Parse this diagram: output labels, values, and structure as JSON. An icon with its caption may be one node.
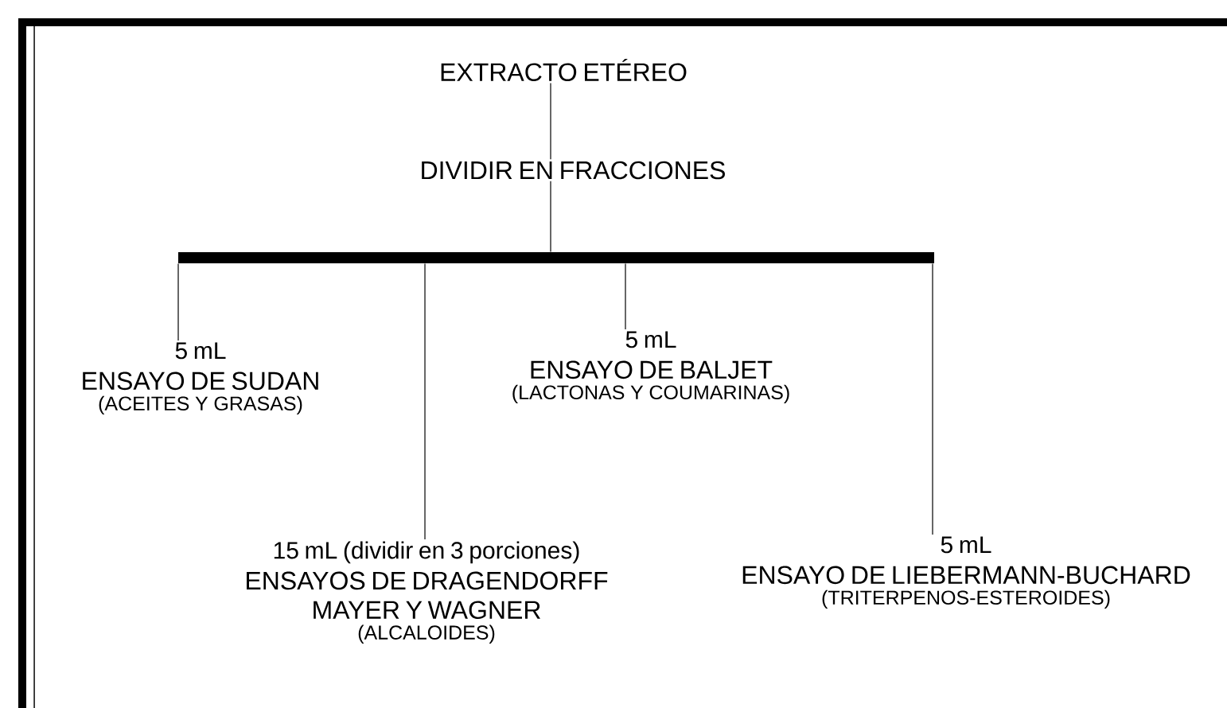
{
  "diagram": {
    "nodes": [
      {
        "text": [
          "EXTRACTO ETÉREO"
        ]
      },
      {
        "text": [
          "DIVIDIR EN FRACCIONES"
        ]
      },
      {
        "text": [],
        "shape": "bar"
      },
      {
        "text": [
          "5 mL",
          "ENSAYO DE SUDAN",
          "(ACEITES Y GRASAS)"
        ]
      },
      {
        "text": [
          "5 mL",
          "ENSAYO DE BALJET",
          "(LACTONAS Y COUMARINAS)"
        ]
      },
      {
        "text": [
          "15 mL (dividir en 3 porciones)",
          "ENSAYOS DE DRAGENDORFF MAYER Y WAGNER",
          "(ALCALOIDES)"
        ]
      },
      {
        "text": [
          "5 mL",
          "ENSAYO DE LIEBERMANN-BUCHARD",
          "(TRITERPENOS-ESTEROIDES)"
        ]
      }
    ],
    "edges": [
      {
        "from": 0,
        "to": 1,
        "arrow": "none"
      },
      {
        "from": 1,
        "to": 2,
        "arrow": "none"
      },
      {
        "from": 2,
        "to": 3,
        "arrow": "none"
      },
      {
        "from": 2,
        "to": 4,
        "arrow": "none"
      },
      {
        "from": 2,
        "to": 5,
        "arrow": "none"
      },
      {
        "from": 2,
        "to": 6,
        "arrow": "none"
      }
    ]
  }
}
